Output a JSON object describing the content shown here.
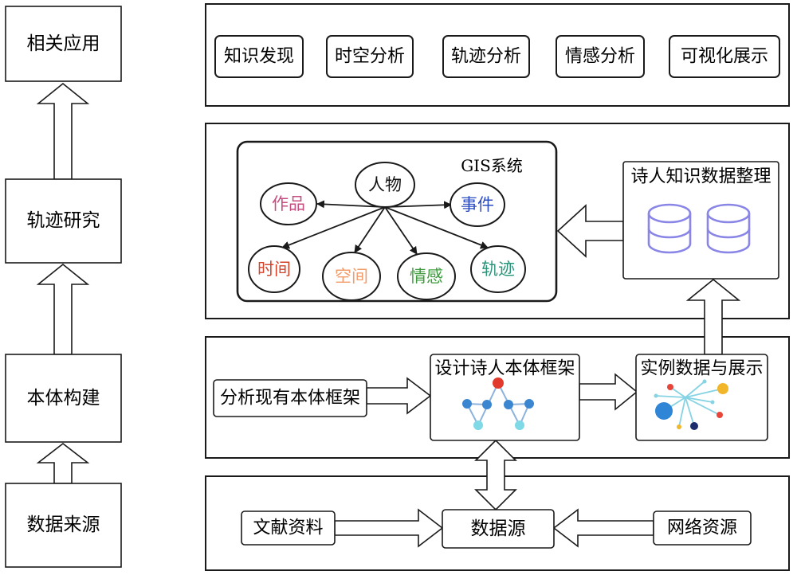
{
  "left_flow": [
    {
      "label": "相关应用"
    },
    {
      "label": "轨迹研究"
    },
    {
      "label": "本体构建"
    },
    {
      "label": "数据来源"
    }
  ],
  "application_layer": {
    "items": [
      "知识发现",
      "时空分析",
      "轨迹分析",
      "情感分析",
      "可视化展示"
    ]
  },
  "knowledge_layer": {
    "gis": {
      "title": "GIS系统",
      "center": {
        "label": "人物",
        "color": "#111111"
      },
      "nodes": [
        {
          "label": "作品",
          "color": "#c64d7f"
        },
        {
          "label": "事件",
          "color": "#2b4cc0"
        },
        {
          "label": "时间",
          "color": "#d5432b"
        },
        {
          "label": "空间",
          "color": "#f29c6c"
        },
        {
          "label": "情感",
          "color": "#3d9b3d"
        },
        {
          "label": "轨迹",
          "color": "#2a957a"
        }
      ]
    },
    "data_organization": {
      "title": "诗人知识数据整理",
      "icon": "database-icon",
      "icon_color": "#8a86e6"
    }
  },
  "ontology_layer": {
    "analyze": "分析现有本体框架",
    "design": {
      "title": "设计诗人本体框架",
      "icon": "ontology-network-icon"
    },
    "instance": {
      "title": "实例数据与展示",
      "icon": "instance-network-icon"
    }
  },
  "source_layer": {
    "literature": "文献资料",
    "data_source": "数据源",
    "network": "网络资源"
  }
}
